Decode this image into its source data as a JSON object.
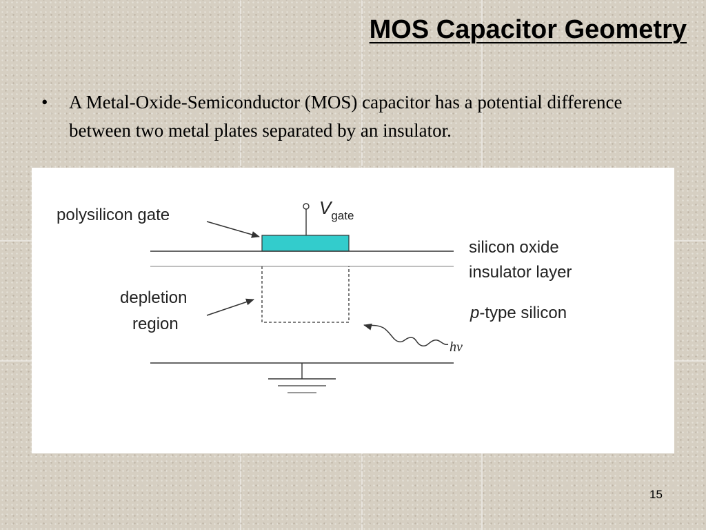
{
  "slide": {
    "title": "MOS Capacitor Geometry",
    "bullet": "A Metal-Oxide-Semiconductor (MOS) capacitor has a potential difference between two metal plates separated by an insulator.",
    "page_number": "15"
  },
  "diagram": {
    "labels": {
      "gate": "polysilicon gate",
      "voltage_symbol": "V",
      "voltage_subscript": "gate",
      "oxide_line1": "silicon oxide",
      "oxide_line2": "insulator layer",
      "silicon_italic": "p",
      "silicon_rest": "-type silicon",
      "depletion_line1": "depletion",
      "depletion_line2": "region",
      "photon": "hν"
    },
    "colors": {
      "gate_fill": "#33cccc"
    }
  }
}
